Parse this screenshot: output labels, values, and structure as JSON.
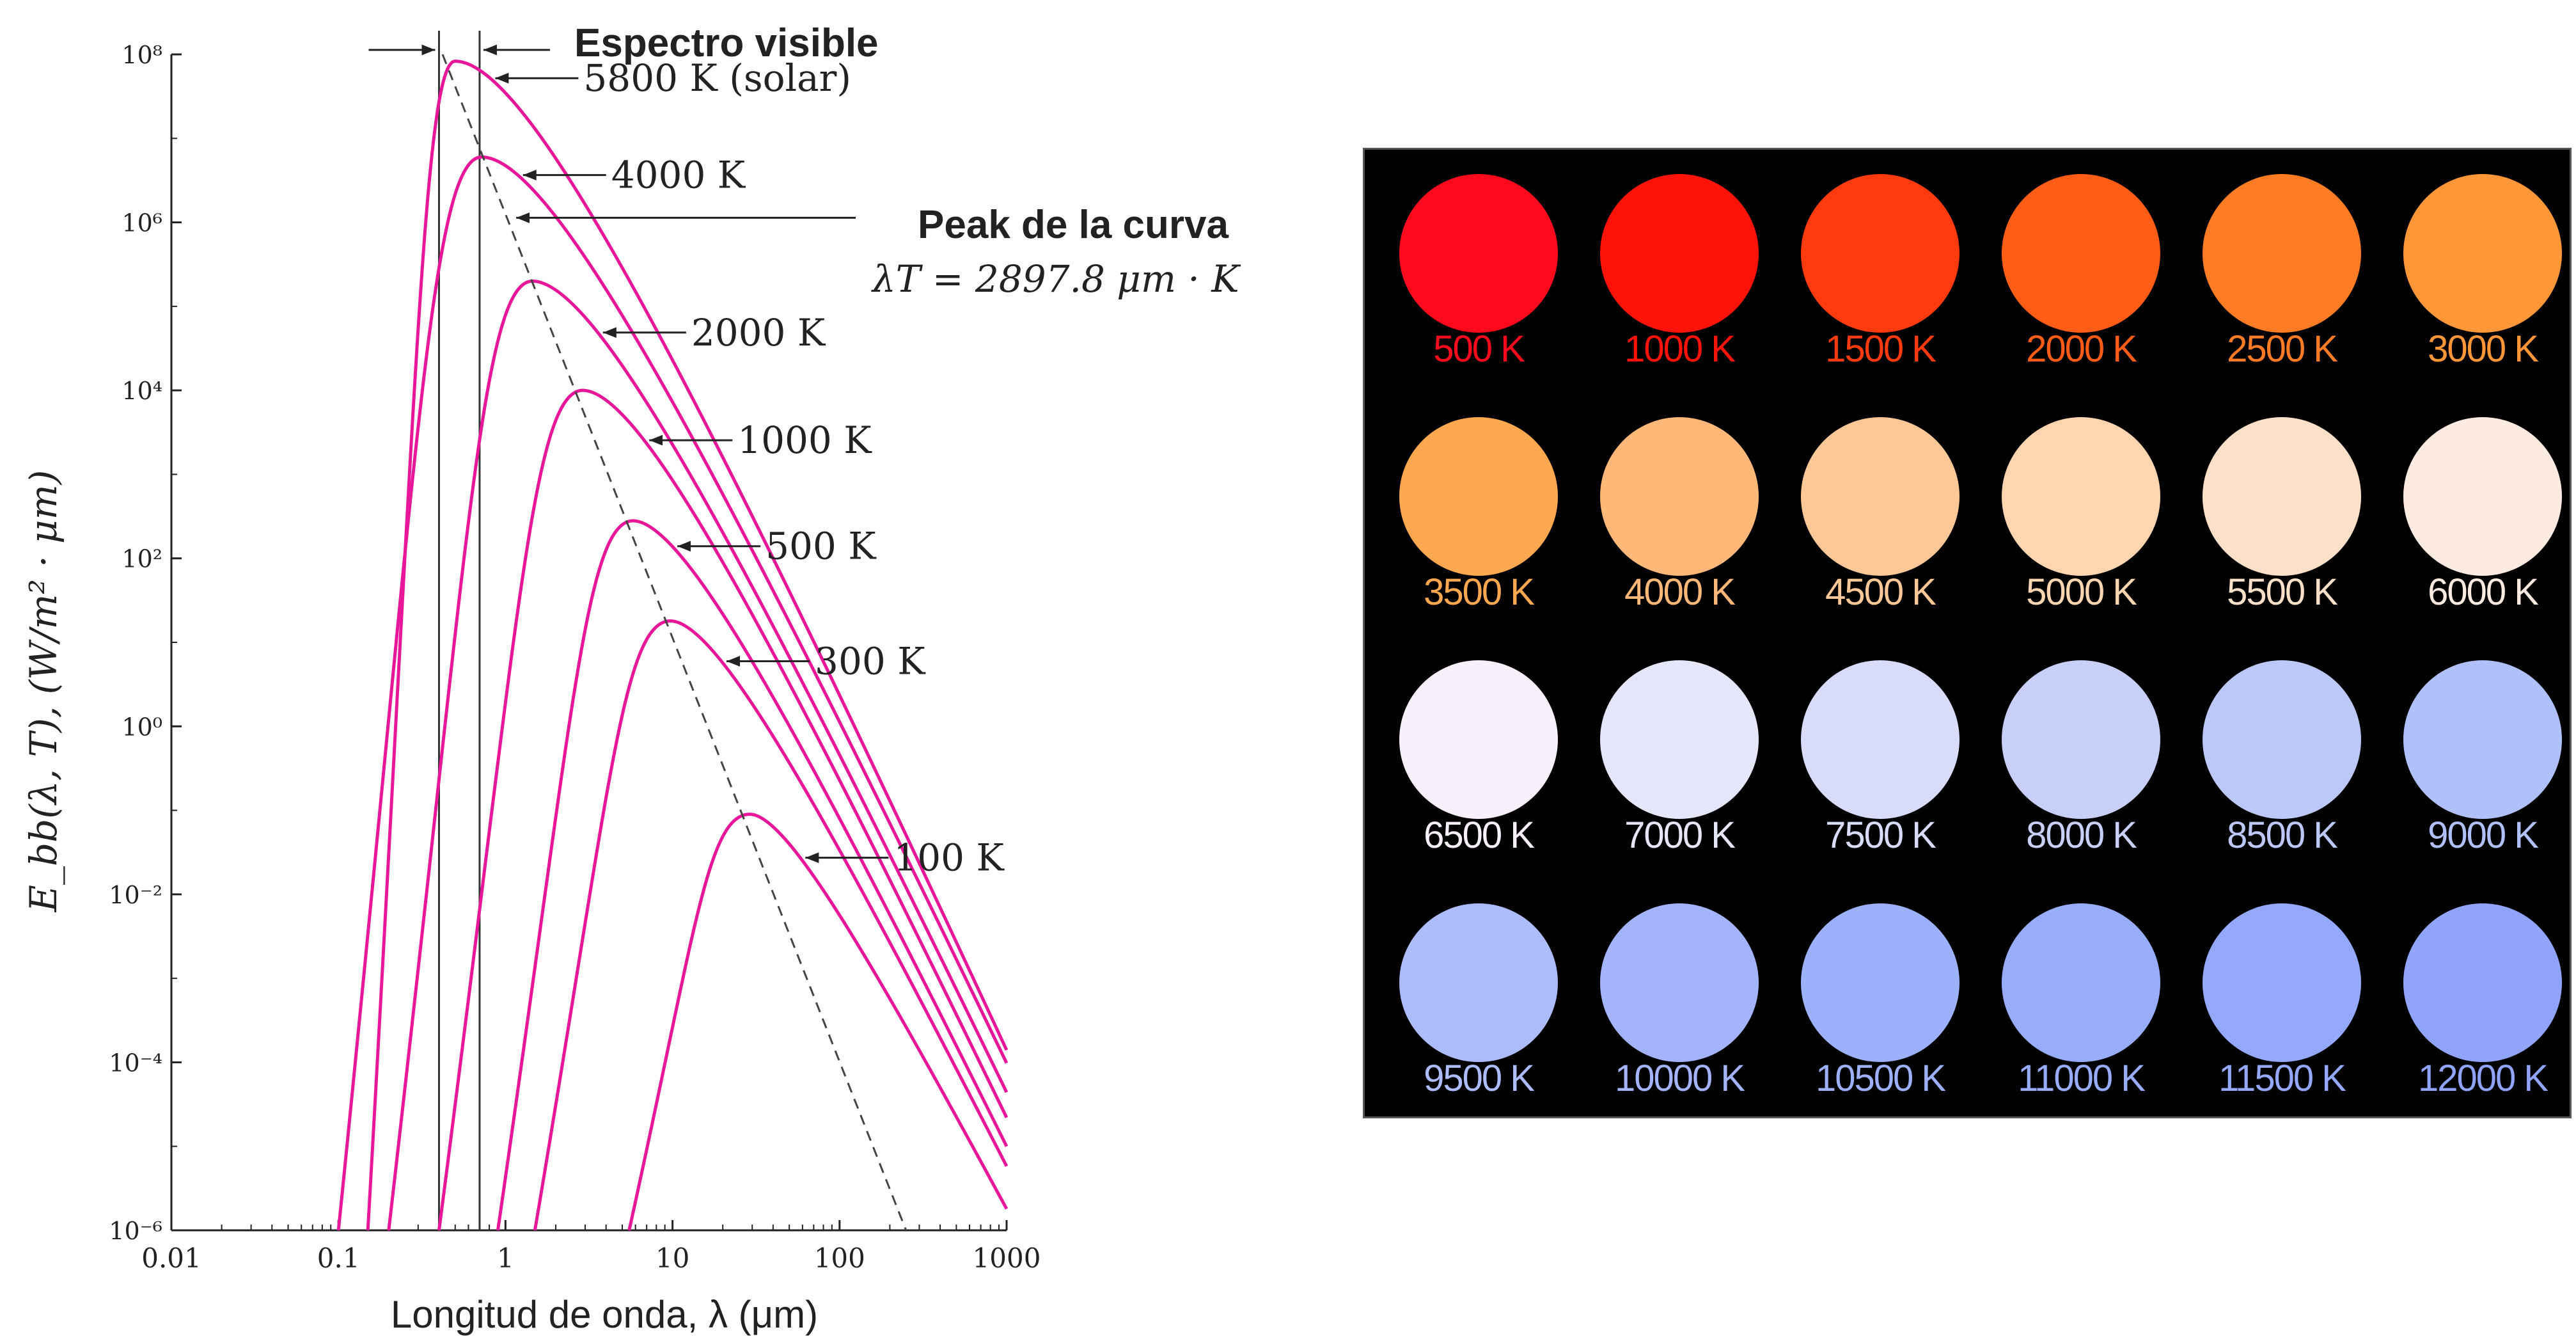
{
  "chart_data": {
    "type": "line",
    "x_scale": "log",
    "y_scale": "log",
    "xlim": [
      0.01,
      1000
    ],
    "ylim": [
      1e-06,
      100000000.0
    ],
    "xlabel": "Longitud de onda, λ (μm)",
    "ylabel": "E_bb(λ, T), (W/m² · μm)",
    "x_ticks": [
      "0.01",
      "0.1",
      "1",
      "10",
      "100",
      "1000"
    ],
    "y_ticks": [
      "10⁻⁶",
      "10⁻⁴",
      "10⁻²",
      "10⁰",
      "10²",
      "10⁴",
      "10⁶",
      "10⁸"
    ],
    "visible_band": [
      0.4,
      0.7
    ],
    "visible_label": "Espectro visible",
    "peak_label": "Peak de la curva",
    "peak_equation": "λT = 2897.8 μm · K",
    "wien_constant": 2897.8,
    "series": [
      {
        "name": "5800 K (solar)",
        "T": 5800,
        "peak": [
          0.5,
          83000000.0
        ],
        "ends": [
          [
            0.15,
            1e-06
          ],
          [
            1000,
            0.00014
          ]
        ]
      },
      {
        "name": "4000 K",
        "T": 4000,
        "peak": [
          0.72,
          6000000.0
        ],
        "ends": [
          [
            0.1,
            1e-06
          ],
          [
            1000,
            9.8e-05
          ]
        ]
      },
      {
        "name": "2000 K",
        "T": 2000,
        "peak": [
          1.45,
          200000.0
        ],
        "ends": [
          [
            0.2,
            1e-06
          ],
          [
            1000,
            4.4e-05
          ]
        ]
      },
      {
        "name": "1000 K",
        "T": 1000,
        "peak": [
          2.9,
          10000.0
        ],
        "ends": [
          [
            0.4,
            1e-06
          ],
          [
            1000,
            2.2e-05
          ]
        ]
      },
      {
        "name": "500 K",
        "T": 500,
        "peak": [
          5.8,
          280.0
        ],
        "ends": [
          [
            0.9,
            1e-06
          ],
          [
            1000,
            1e-05
          ]
        ]
      },
      {
        "name": "300 K",
        "T": 300,
        "peak": [
          9.7,
          18.0
        ],
        "ends": [
          [
            1.5,
            1e-06
          ],
          [
            1000,
            5.8e-06
          ]
        ]
      },
      {
        "name": "100 K",
        "T": 100,
        "peak": [
          29,
          0.09
        ],
        "ends": [
          [
            5.5,
            1e-06
          ],
          [
            1000,
            1.8e-06
          ]
        ]
      }
    ],
    "wien_line": [
      [
        0.42,
        100000000.0
      ],
      [
        250,
        1e-06
      ]
    ],
    "line_color": "#e8179a"
  },
  "palette": {
    "background": "#000000",
    "swatches": [
      {
        "label": "500 K",
        "color": "#ff0a1c"
      },
      {
        "label": "1000 K",
        "color": "#ff1208"
      },
      {
        "label": "1500 K",
        "color": "#ff3a0c"
      },
      {
        "label": "2000 K",
        "color": "#ff5c16"
      },
      {
        "label": "2500 K",
        "color": "#ff7c24"
      },
      {
        "label": "3000 K",
        "color": "#ff9638"
      },
      {
        "label": "3500 K",
        "color": "#ffa850"
      },
      {
        "label": "4000 K",
        "color": "#ffb878"
      },
      {
        "label": "4500 K",
        "color": "#ffc896"
      },
      {
        "label": "5000 K",
        "color": "#ffd6b0"
      },
      {
        "label": "5500 K",
        "color": "#fde0c8"
      },
      {
        "label": "6000 K",
        "color": "#fdeae0"
      },
      {
        "label": "6500 K",
        "color": "#f8f0fb"
      },
      {
        "label": "7000 K",
        "color": "#e6e6fa"
      },
      {
        "label": "7500 K",
        "color": "#d8dcfa"
      },
      {
        "label": "8000 K",
        "color": "#c8d0fa"
      },
      {
        "label": "8500 K",
        "color": "#bcc8fa"
      },
      {
        "label": "9000 K",
        "color": "#b0c0fa"
      },
      {
        "label": "9500 K",
        "color": "#acbcfc"
      },
      {
        "label": "10000 K",
        "color": "#a4b4fc"
      },
      {
        "label": "10500 K",
        "color": "#9cb0fc"
      },
      {
        "label": "11000 K",
        "color": "#98acfc"
      },
      {
        "label": "11500 K",
        "color": "#94a8fc"
      },
      {
        "label": "12000 K",
        "color": "#90a4fc"
      }
    ]
  }
}
